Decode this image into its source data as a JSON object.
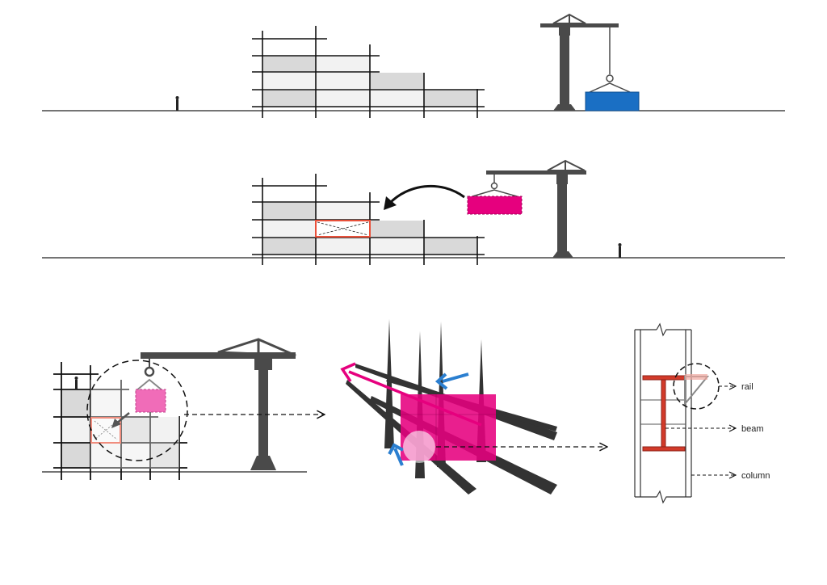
{
  "labels": {
    "rail": "rail",
    "beam": "beam",
    "column": "column"
  },
  "colors": {
    "line": "#111111",
    "crane": "#4a4a4a",
    "cell_dark": "#d9d9d9",
    "cell_light": "#f2f2f2",
    "container_blue": "#1a6fc4",
    "module_magenta": "#e6007e",
    "module_pink": "#f06cb8",
    "highlight_red": "#e8503a",
    "arrow_blue": "#2b7fd0",
    "steel_red": "#d23a2a"
  },
  "icons": [
    "tower-crane-icon",
    "human-figure-icon",
    "hook-icon",
    "curved-arrow-icon",
    "dashed-arrow-icon"
  ]
}
